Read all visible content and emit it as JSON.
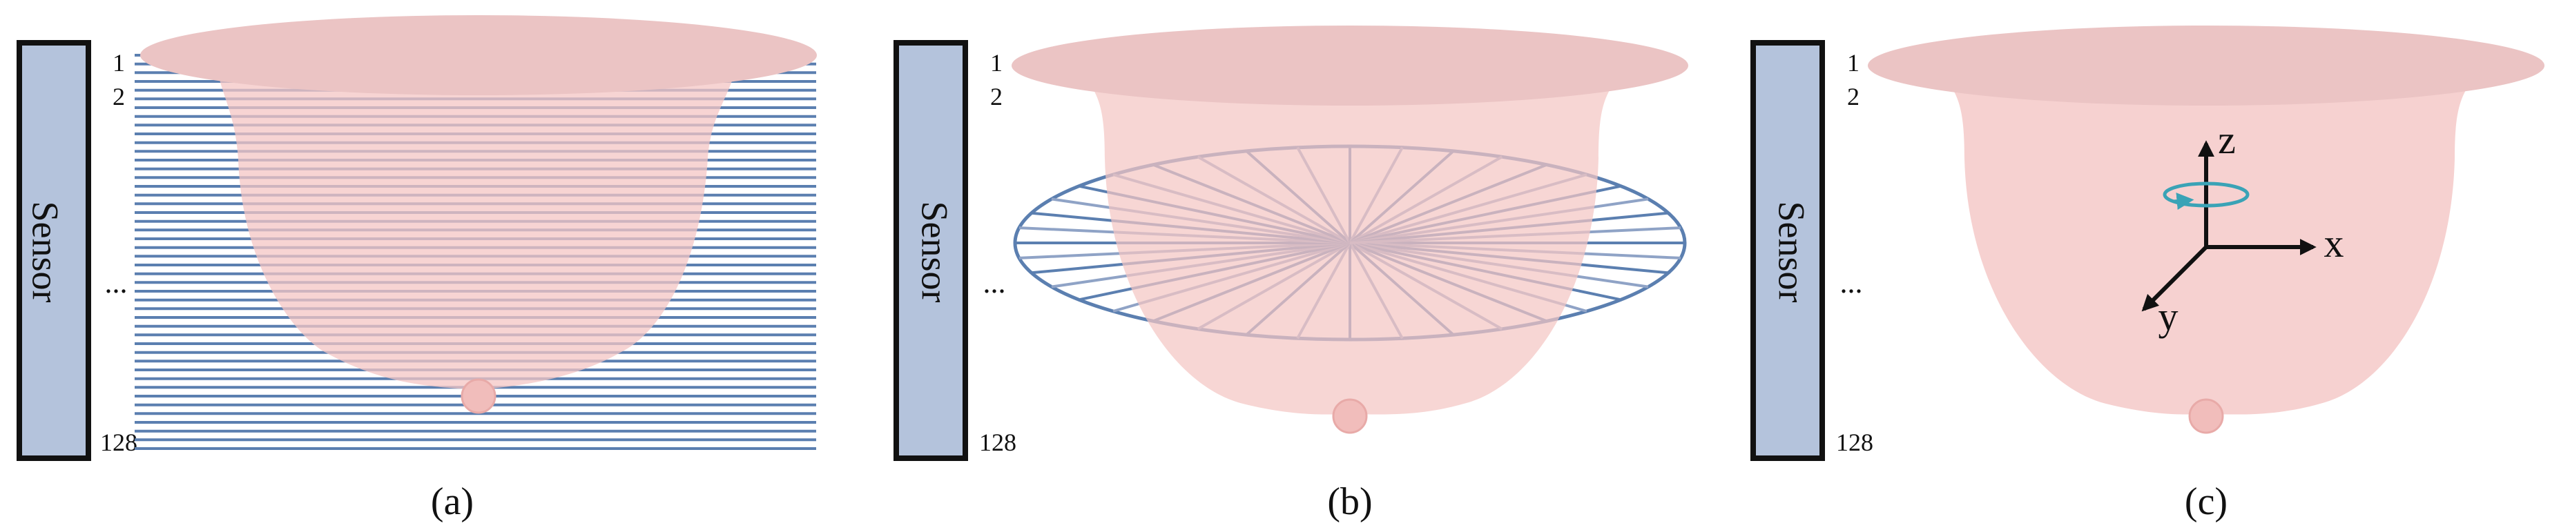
{
  "panels": [
    {
      "id": "a",
      "sensor_label": "Sensor",
      "idx_top": "1",
      "idx_second": "2",
      "ellipsis": "...",
      "idx_bottom": "128",
      "caption": "(a)"
    },
    {
      "id": "b",
      "sensor_label": "Sensor",
      "idx_top": "1",
      "idx_second": "2",
      "ellipsis": "...",
      "idx_bottom": "128",
      "caption": "(b)"
    },
    {
      "id": "c",
      "sensor_label": "Sensor",
      "idx_top": "1",
      "idx_second": "2",
      "ellipsis": "...",
      "idx_bottom": "128",
      "caption": "(c)"
    }
  ],
  "axes": {
    "x": "x",
    "y": "y",
    "z": "z"
  },
  "colors": {
    "sensor_fill": "#b4c3dc",
    "sensor_stroke": "#111111",
    "scan_line": "#5b7fb0",
    "radial_line": "#8fa3c6",
    "body_fill": "#f4c6c4",
    "rim_fill": "#ebc4c4",
    "rotation_arrow": "#3aa3b6"
  }
}
